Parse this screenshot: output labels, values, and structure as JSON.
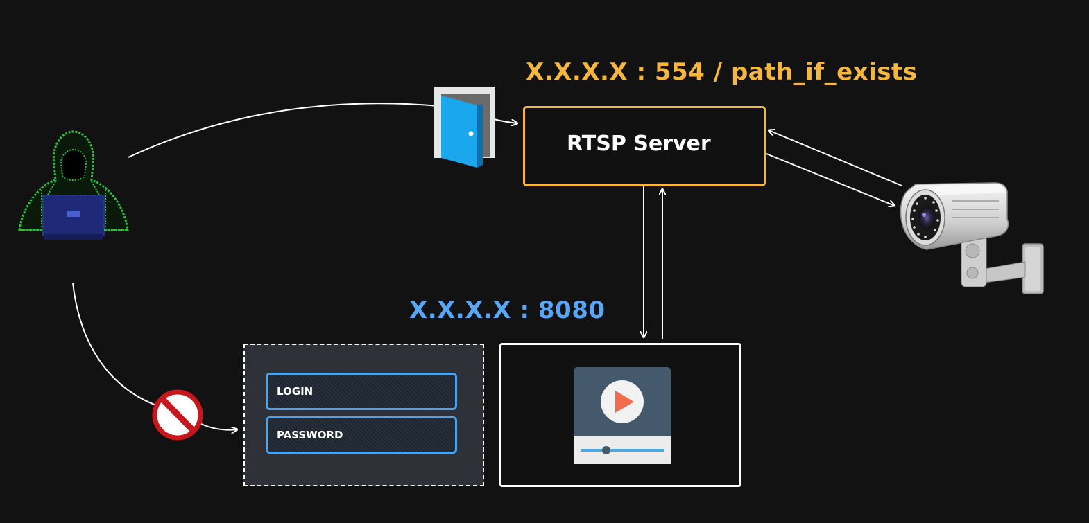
{
  "rtsp": {
    "address": "X.X.X.X : 554 / path_if_exists",
    "server_label": "RTSP Server"
  },
  "web": {
    "address": "X.X.X.X : 8080",
    "login_label": "LOGIN",
    "password_label": "PASSWORD"
  },
  "icons": {
    "attacker": "hooded-hacker-icon",
    "door": "open-door-icon",
    "camera": "security-camera-icon",
    "blocked": "prohibited-icon",
    "video": "video-player-icon"
  },
  "colors": {
    "background": "#121212",
    "rtsp_accent": "#f6b73c",
    "web_accent": "#58a6f5",
    "hacker_green": "#2fbf3c",
    "blocked_red": "#c8161d"
  }
}
